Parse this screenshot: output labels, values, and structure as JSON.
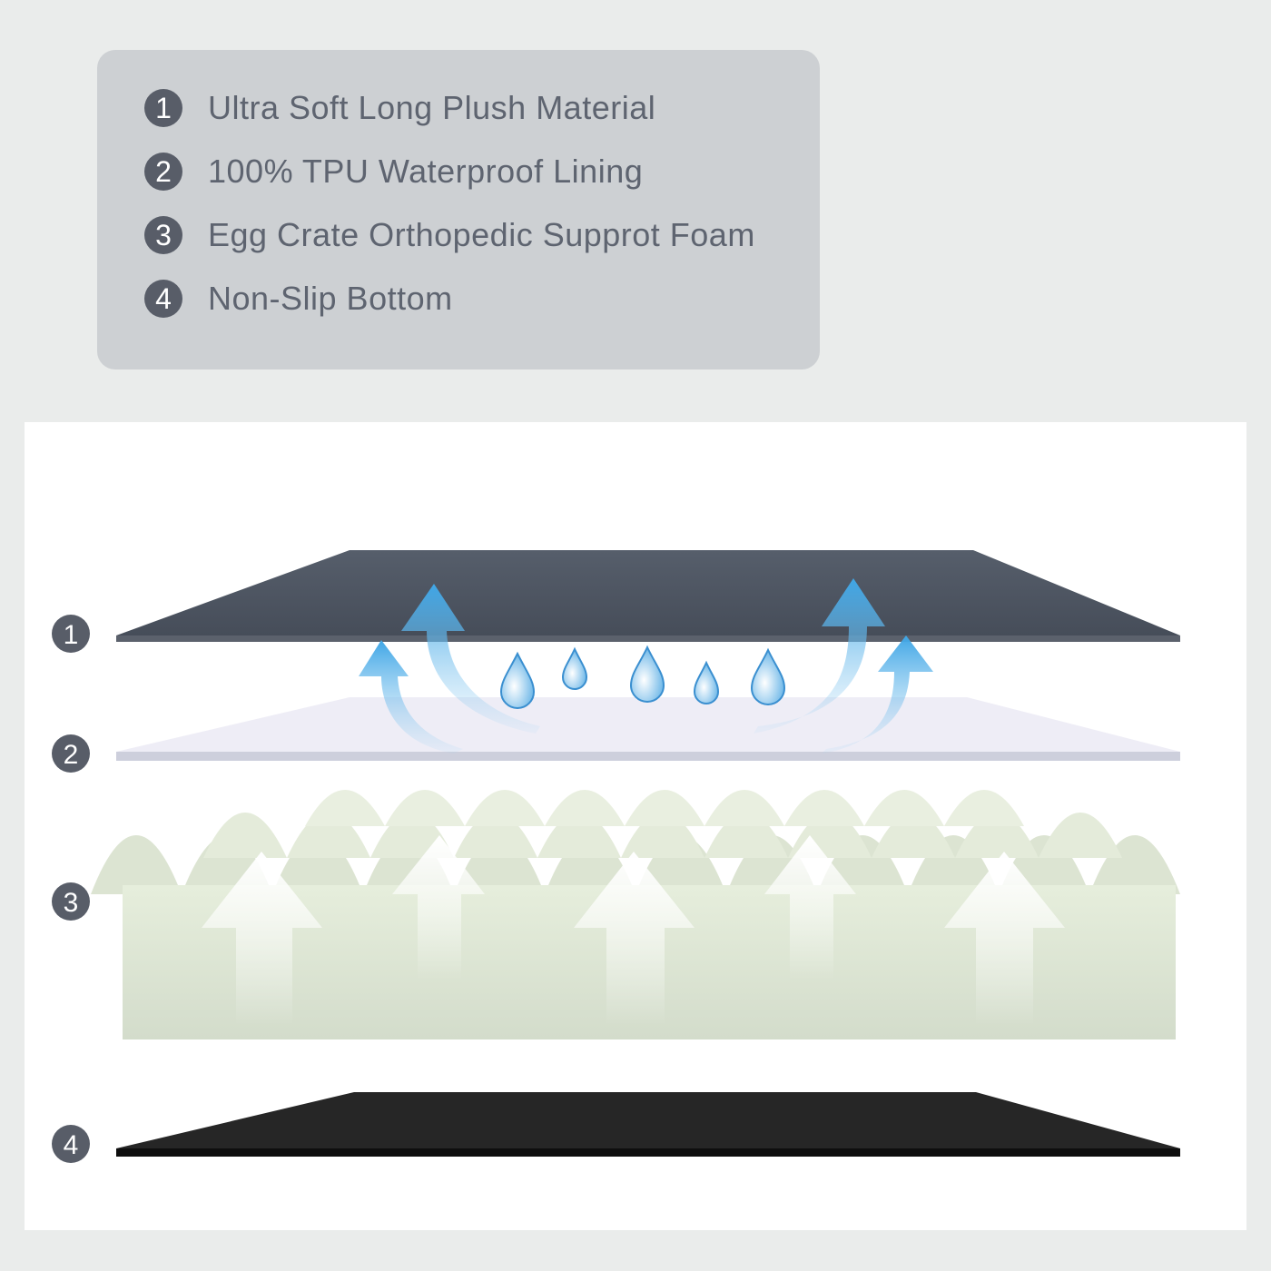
{
  "legend": {
    "items": [
      {
        "number": "1",
        "label": "Ultra Soft Long Plush Material"
      },
      {
        "number": "2",
        "label": "100% TPU Waterproof Lining"
      },
      {
        "number": "3",
        "label": "Egg Crate Orthopedic Supprot Foam"
      },
      {
        "number": "4",
        "label": "Non-Slip Bottom"
      }
    ]
  },
  "layers": [
    {
      "number": "1",
      "icon": "plush-layer"
    },
    {
      "number": "2",
      "icon": "tpu-lining-layer"
    },
    {
      "number": "3",
      "icon": "egg-crate-foam-layer"
    },
    {
      "number": "4",
      "icon": "non-slip-bottom-layer"
    }
  ],
  "colors": {
    "background": "#eaeceb",
    "legend_box": "#cdd0d3",
    "badge": "#585d68",
    "text": "#5e6470",
    "plush": "#4e5663",
    "tpu": "#ecebf5",
    "foam": "#dfe6d6",
    "bottom": "#222222",
    "arrow_blue": "#3fa6e6"
  }
}
